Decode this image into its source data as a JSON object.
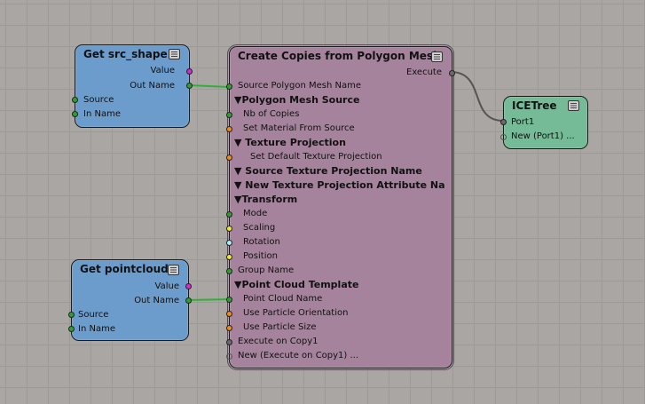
{
  "colors": {
    "wire_green": "#2fb03a",
    "wire_grey": "#555555",
    "port_green": "#2e9f2e",
    "port_magenta": "#d42ad4",
    "port_orange": "#f08a1e",
    "port_yellow": "#e8e83a",
    "port_cyan": "#a8f0f0",
    "port_grey": "#6a6a6a"
  },
  "nodes": {
    "get_src_shape": {
      "title": "Get src_shape",
      "value_label": "Value",
      "outname_label": "Out Name",
      "source_label": "Source",
      "inname_label": "In Name"
    },
    "get_pointcloud": {
      "title": "Get pointcloud",
      "value_label": "Value",
      "outname_label": "Out Name",
      "source_label": "Source",
      "inname_label": "In Name"
    },
    "create_copies": {
      "title": "Create Copies from Polygon Mesh",
      "execute_label": "Execute",
      "ports": [
        "Source Polygon Mesh Name",
        "▼Polygon Mesh Source",
        "Nb of Copies",
        "Set Material From Source",
        "▼  Texture Projection",
        "Set Default Texture Projection",
        "▼    Source Texture Projection Name",
        "▼    New Texture Projection Attribute Na",
        "▼Transform",
        "Mode",
        "Scaling",
        "Rotation",
        "Position",
        "Group Name",
        "▼Point Cloud Template",
        "Point Cloud Name",
        "Use Particle Orientation",
        "Use Particle Size",
        "Execute on Copy1",
        "New (Execute on Copy1) ..."
      ]
    },
    "icetree": {
      "title": "ICETree",
      "port1_label": "Port1",
      "new_port_label": "New (Port1) ..."
    }
  }
}
